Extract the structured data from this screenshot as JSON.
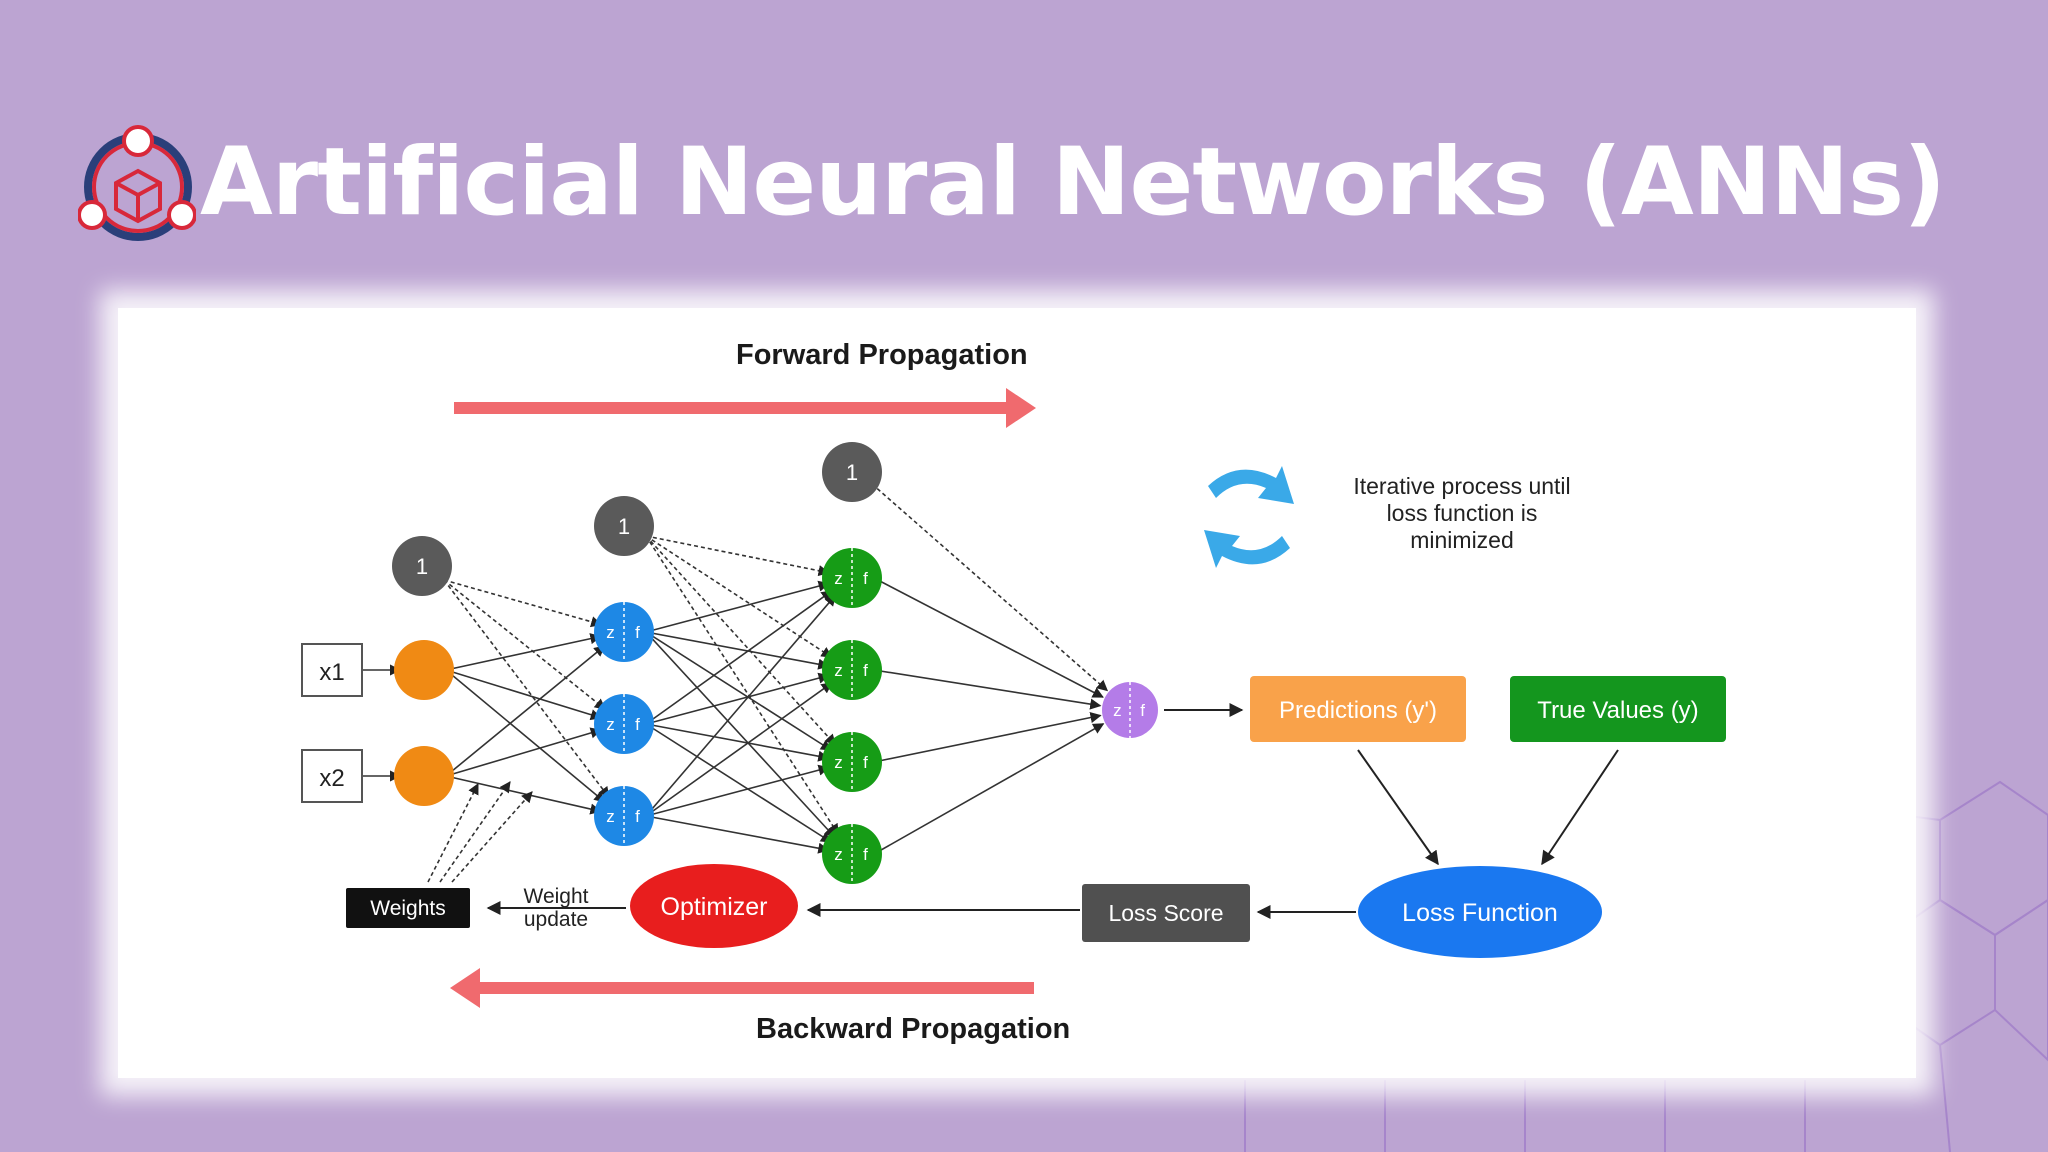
{
  "title": "Artificial Neural Networks (ANNs)",
  "logo_icon": "neural-brain-logo-icon",
  "diagram": {
    "forward_label": "Forward Propagation",
    "backward_label": "Backward Propagation",
    "iterative_text": [
      "Iterative process until",
      "loss function is",
      "minimized"
    ],
    "refresh_icon": "cycle-arrows-icon",
    "inputs": [
      "x1",
      "x2"
    ],
    "bias_label": "1",
    "neuron_label_z": "z",
    "neuron_label_f": "f",
    "predictions": "Predictions (y')",
    "true_values": "True Values (y)",
    "loss_function": "Loss Function",
    "loss_score": "Loss Score",
    "optimizer": "Optimizer",
    "weight_update": [
      "Weight",
      "update"
    ],
    "weights": "Weights"
  },
  "colors": {
    "background": "#bca4d2",
    "arrow_red": "#f06a6e",
    "input_orange": "#f08a14",
    "hidden1_blue": "#1e88e5",
    "hidden2_green": "#169c16",
    "output_purple": "#b47ce8",
    "bias_gray": "#5a5a5a",
    "predictions_orange": "#f9a24a",
    "true_green": "#14961e",
    "loss_blue": "#1a78f0",
    "loss_score_gray": "#505050",
    "optimizer_red": "#e81e1e",
    "weights_black": "#111111"
  }
}
